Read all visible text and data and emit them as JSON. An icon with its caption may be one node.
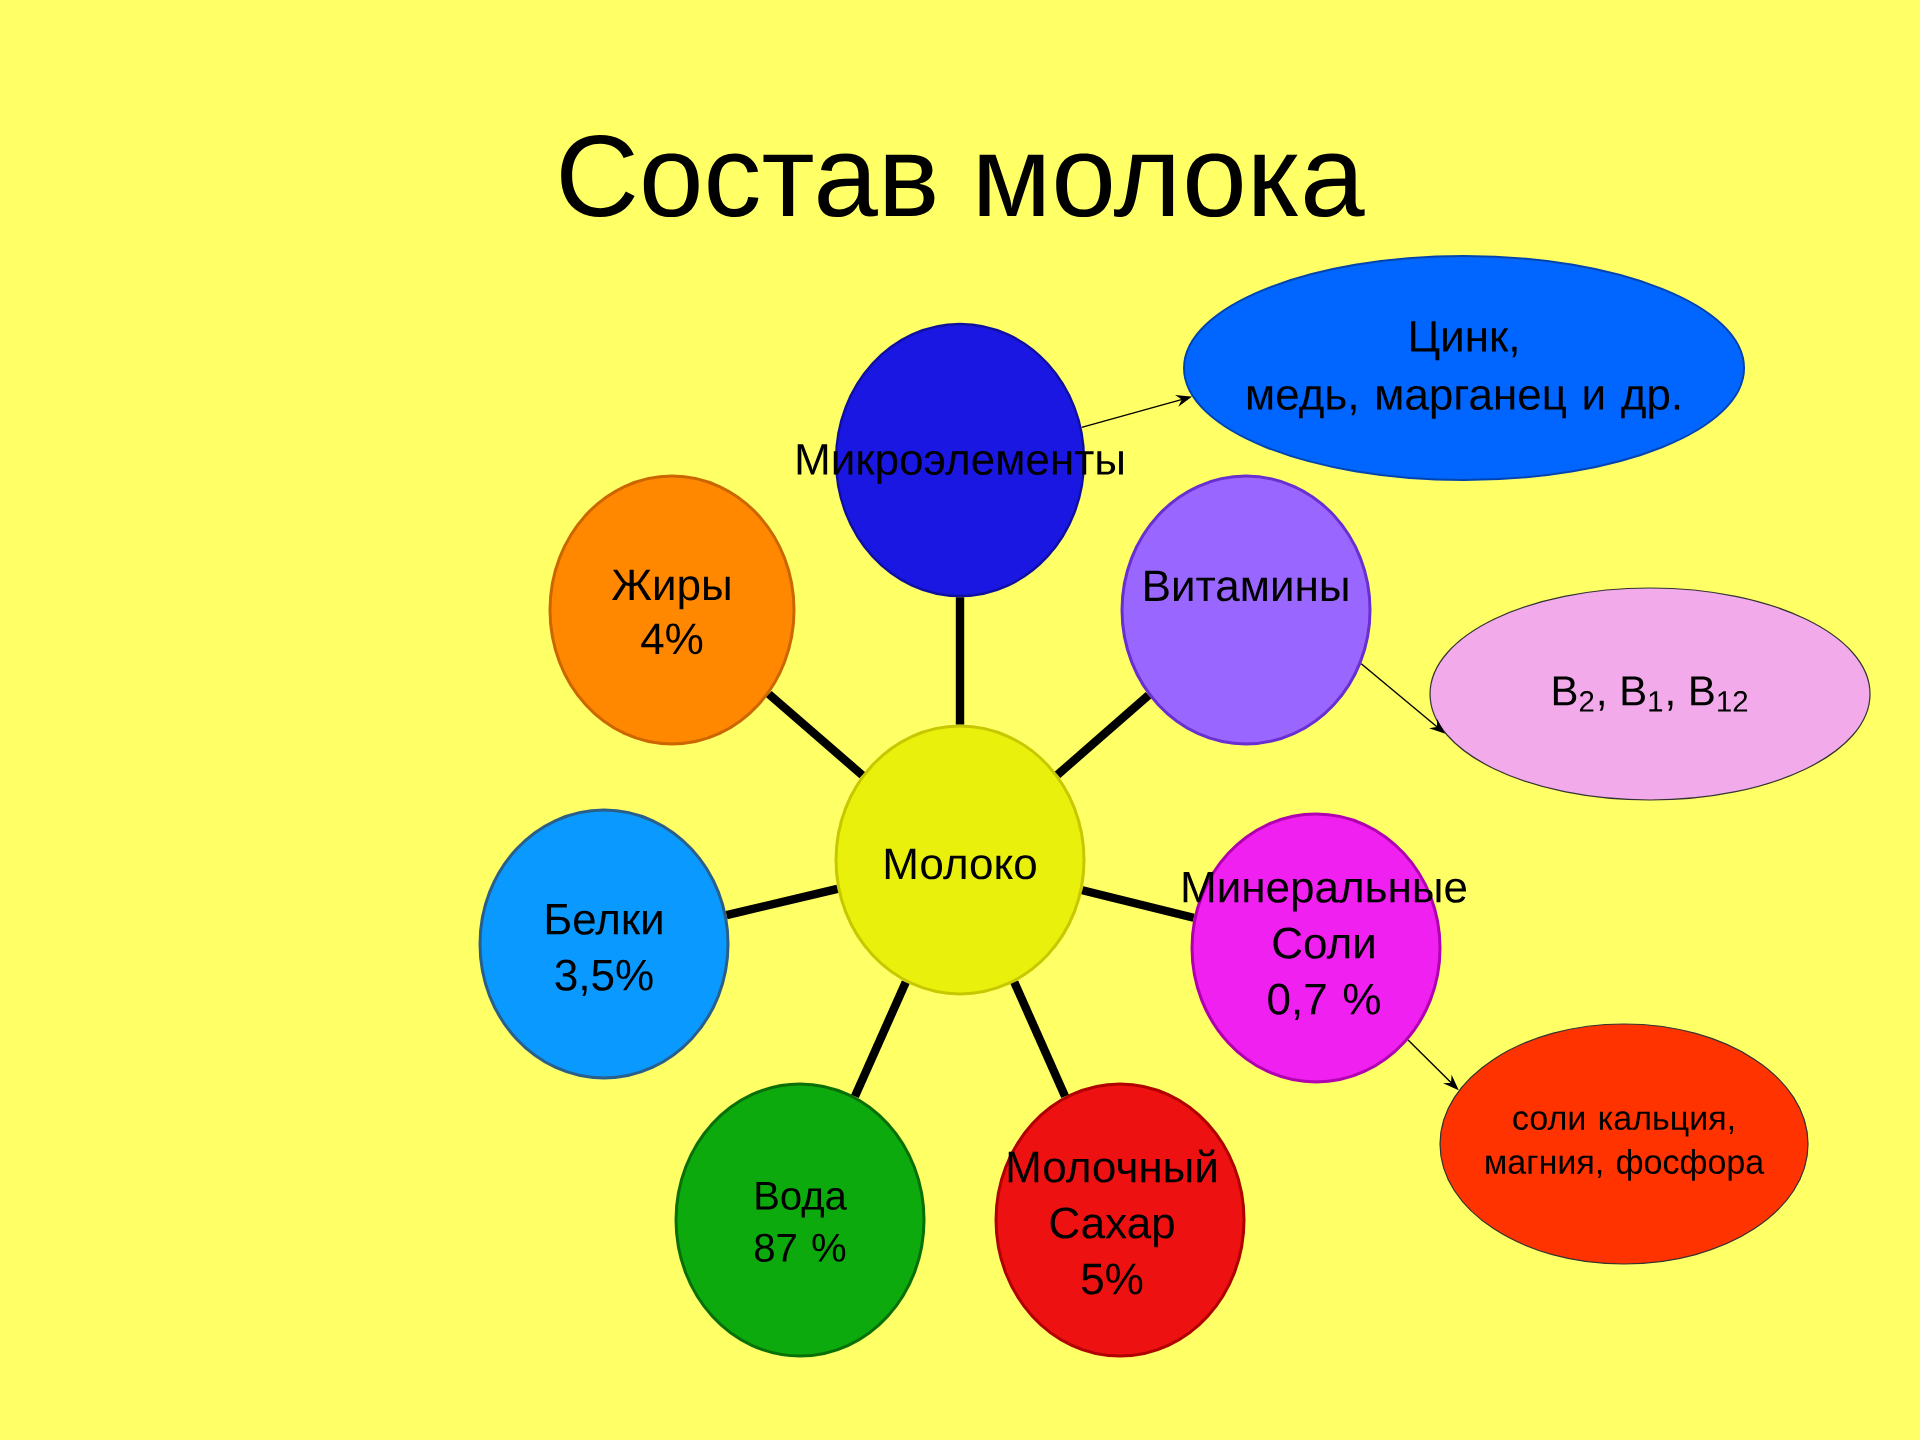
{
  "diagram": {
    "title": "Состав молока",
    "nodes": [
      {
        "text": [
          "Микроэлементы"
        ]
      },
      {
        "text": [
          "Цинк, медь, марганец и др."
        ]
      },
      {
        "text": [
          "Жиры 4%"
        ]
      },
      {
        "text": [
          "Витамины"
        ]
      },
      {
        "text": [
          "B$_{2}$, B$_{1}$, B$_{12}$"
        ]
      },
      {
        "text": [
          "Белки 3,5%"
        ]
      },
      {
        "text": [
          "Молоко"
        ]
      },
      {
        "text": [
          "Минеральные Соли 0,7 %"
        ]
      },
      {
        "text": [
          "Вода 87 %"
        ]
      },
      {
        "text": [
          "Молочный Сахар 5%"
        ]
      },
      {
        "text": [
          "соли кальция, магния, фосфора"
        ]
      }
    ],
    "edges": [
      {
        "from": 6,
        "to": 0,
        "arrow": "none"
      },
      {
        "from": 6,
        "to": 3,
        "arrow": "none"
      },
      {
        "from": 6,
        "to": 7,
        "arrow": "none"
      },
      {
        "from": 6,
        "to": 9,
        "arrow": "none"
      },
      {
        "from": 6,
        "to": 8,
        "arrow": "none"
      },
      {
        "from": 6,
        "to": 5,
        "arrow": "none"
      },
      {
        "from": 6,
        "to": 2,
        "arrow": "none"
      },
      {
        "from": 0,
        "to": 1,
        "arrow": "to"
      },
      {
        "from": 3,
        "to": 4,
        "arrow": "to"
      },
      {
        "from": 7,
        "to": 10,
        "arrow": "to"
      }
    ]
  }
}
